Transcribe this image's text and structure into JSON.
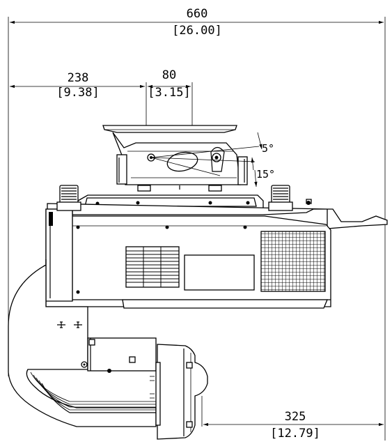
{
  "dimensions": {
    "overall_width": {
      "mm": "660",
      "inch": "[26.00]"
    },
    "lens_offset": {
      "mm": "238",
      "inch": "[9.38]"
    },
    "mount_width": {
      "mm": "80",
      "inch": "[3.15]"
    },
    "rear_offset": {
      "mm": "325",
      "inch": "[12.79]"
    }
  },
  "angles": {
    "upper": "5°",
    "lower": "15°"
  }
}
